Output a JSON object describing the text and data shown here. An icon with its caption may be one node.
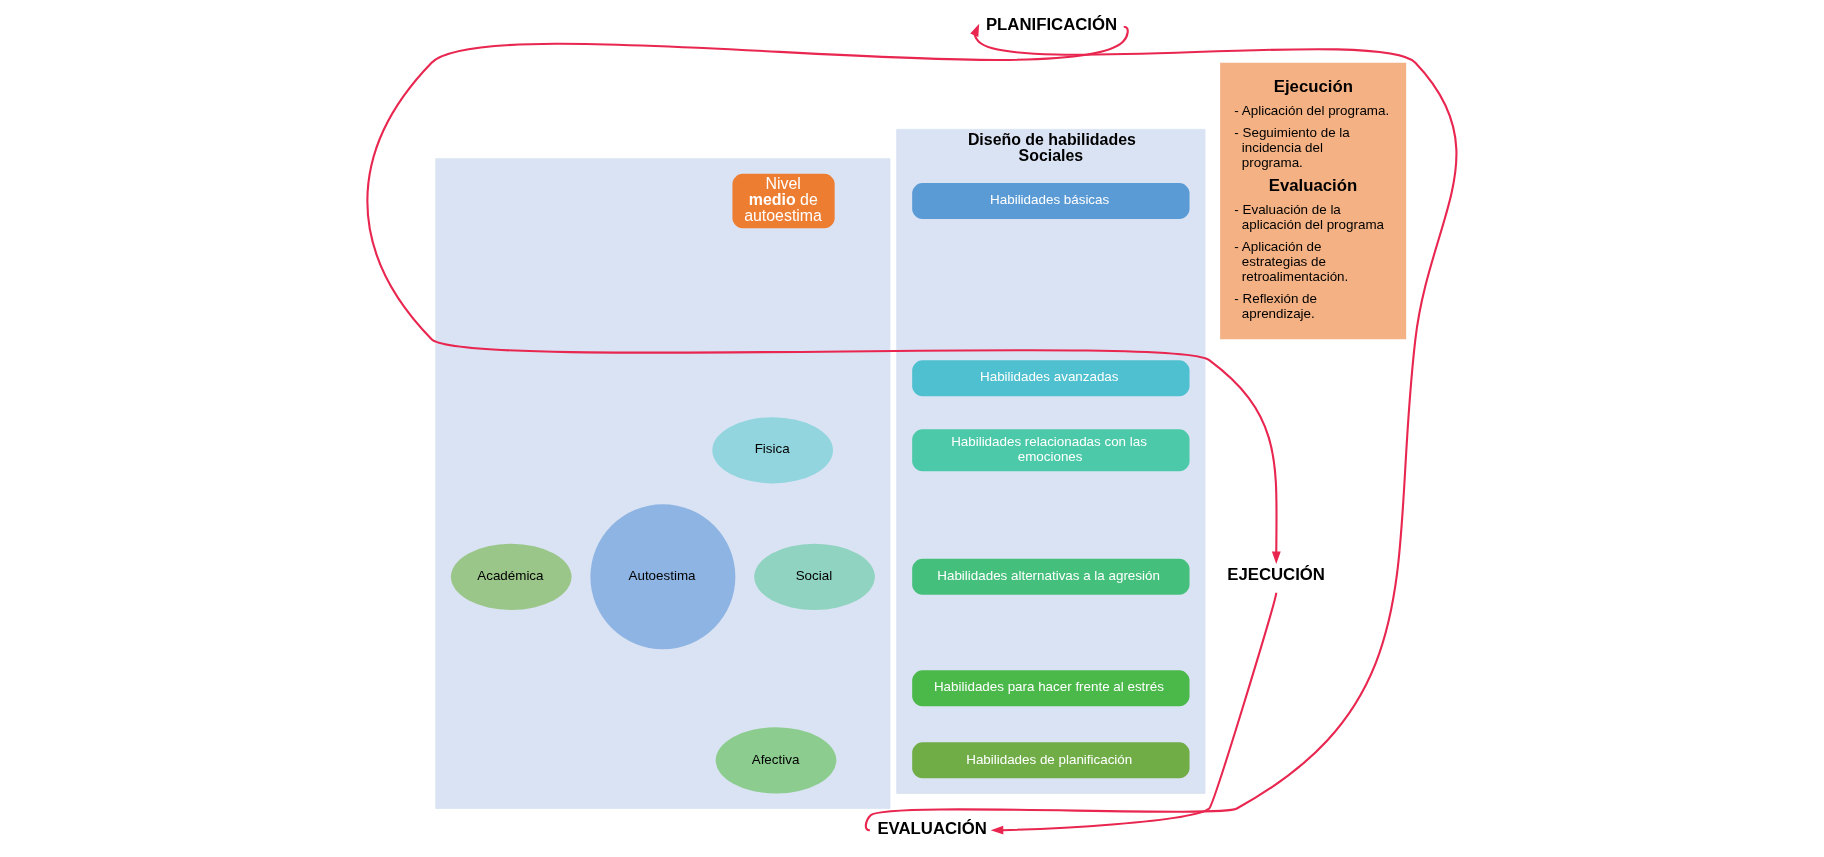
{
  "diagram": {
    "nodes": [
      {
        "text": [
          "PLANIFICACIÓN"
        ]
      },
      {
        "text": [
          "EJECUCIÓN"
        ]
      },
      {
        "text": [
          "EVALUACIÓN"
        ]
      },
      {
        "text": [],
        "shape": "box"
      },
      {
        "text": [
          "Nivel **medio** de autoestima"
        ],
        "in": 3
      },
      {
        "text": [
          "Fisica"
        ],
        "in": 3
      },
      {
        "text": [
          "Académica"
        ],
        "in": 3
      },
      {
        "text": [
          "Autoestima"
        ],
        "in": 3
      },
      {
        "text": [
          "Social"
        ],
        "in": 3
      },
      {
        "text": [
          "Afectiva"
        ],
        "in": 3
      },
      {
        "text": [
          "Diseño de habilidades Sociales"
        ]
      },
      {
        "text": [
          "Habilidades básicas"
        ],
        "in": 10
      },
      {
        "text": [
          "Habilidades avanzadas"
        ],
        "in": 10
      },
      {
        "text": [
          "Habilidades relacionadas con las emociones"
        ],
        "in": 10
      },
      {
        "text": [
          "Habilidades alternativas a la agresión"
        ],
        "in": 10
      },
      {
        "text": [
          "Habilidades para hacer frente al estrés"
        ],
        "in": 10
      },
      {
        "text": [
          "Habilidades de planificación"
        ],
        "in": 10
      },
      {
        "text": [
          "Ejecución",
          "- Aplicación del programa.",
          "- Seguimiento de la incidencia del programa.",
          "Evaluación",
          "- Evaluación de la aplicación del programa",
          "- Aplicación de estrategias de retroalimentación.",
          "- Reflexión de aprendizaje."
        ]
      }
    ],
    "edges": [
      {
        "from": 0,
        "to": 1,
        "arrow": "to"
      },
      {
        "from": 1,
        "to": 2,
        "arrow": "to"
      },
      {
        "from": 2,
        "to": 0,
        "arrow": "to"
      }
    ]
  }
}
